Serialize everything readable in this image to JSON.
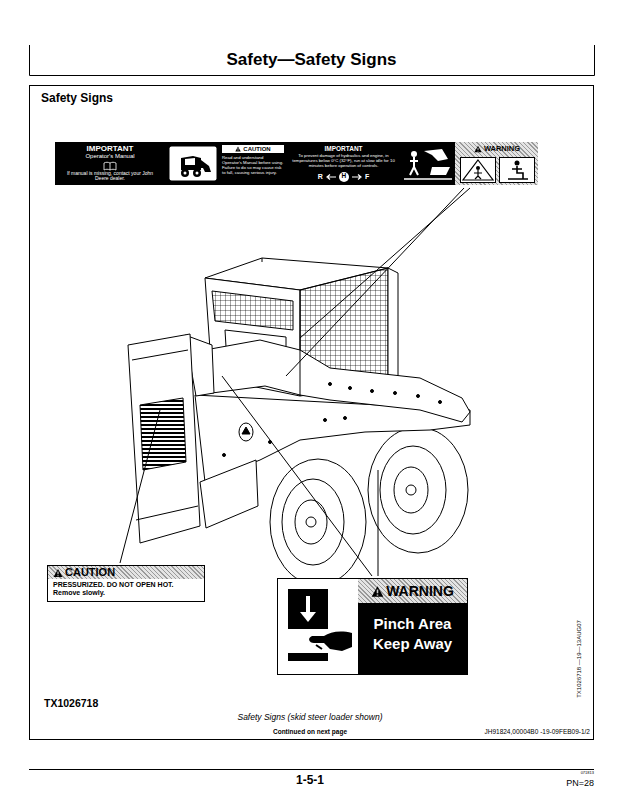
{
  "diagram": {
    "title": "Safety—Safety Signs",
    "caption": "Safety Signs (skid steer loader shown)",
    "nodes": [
      {
        "text": [
          "Safety Signs"
        ]
      },
      {
        "text": [
          "IMPORTANT",
          "Operator's Manual",
          "If manual is missing, contact your John Deere dealer."
        ],
        "in": 0
      },
      {
        "text": [
          "CAUTION",
          "Read and understand Operator's Manual before using. Failure to do so may cause risk to fall, causing serious injury."
        ],
        "in": 0
      },
      {
        "text": [
          "IMPORTANT",
          "To prevent damage of hydraulics and engine, in temperatures below 0°C (32°F), run at slow idle for 10 minutes before operation of controls.",
          "R",
          "H",
          "F"
        ],
        "in": 0
      },
      {
        "text": [
          "WARNING"
        ],
        "in": 0
      },
      {
        "text": [
          "CAUTION",
          "PRESSURIZED. DO NOT OPEN HOT. Remove slowly."
        ],
        "in": 0
      },
      {
        "text": [
          "WARNING",
          "Pinch Area Keep Away"
        ],
        "in": 0
      }
    ],
    "labels": [
      "TX1026718 —19—13AUG07",
      "TX1026718",
      "Continued on next page",
      "JH91824,00004B0 -19-09FEB09-1/2",
      "1-5-1",
      "071813",
      "PN=28"
    ]
  }
}
